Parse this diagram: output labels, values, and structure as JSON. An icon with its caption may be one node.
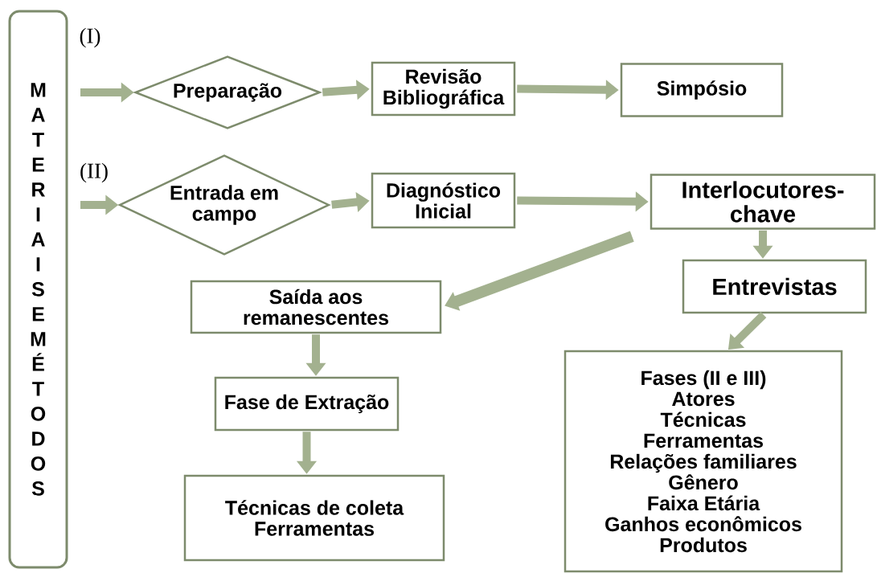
{
  "diagram": {
    "nodes": [
      {
        "text": [
          "MATERIAIS E MÉTODOS"
        ]
      },
      {
        "text": [
          "Preparação"
        ]
      },
      {
        "text": [
          "Revisão Bibliográfica"
        ]
      },
      {
        "text": [
          "Simpósio"
        ]
      },
      {
        "text": [
          "Entrada em campo"
        ]
      },
      {
        "text": [
          "Diagnóstico Inicial"
        ]
      },
      {
        "text": [
          "Interlocutores-chave"
        ]
      },
      {
        "text": [
          "Entrevistas"
        ]
      },
      {
        "text": [
          "Saída aos remanescentes"
        ]
      },
      {
        "text": [
          "Fase de Extração"
        ]
      },
      {
        "text": [
          "Técnicas de coleta",
          "Ferramentas"
        ]
      },
      {
        "text": [
          "Fases (II e III)",
          "Atores",
          "Técnicas",
          "Ferramentas",
          "Relações familiares",
          "Gênero",
          "Faixa Etária",
          "Ganhos econômicos",
          "Produtos"
        ]
      }
    ],
    "edges": [
      {
        "from": null,
        "to": 1,
        "arrow": "to"
      },
      {
        "from": 1,
        "to": 2,
        "arrow": "to"
      },
      {
        "from": 2,
        "to": 3,
        "arrow": "to"
      },
      {
        "from": null,
        "to": 4,
        "arrow": "to"
      },
      {
        "from": 4,
        "to": 5,
        "arrow": "to"
      },
      {
        "from": 5,
        "to": 6,
        "arrow": "to"
      },
      {
        "from": 6,
        "to": 7,
        "arrow": "to"
      },
      {
        "from": 6,
        "to": 8,
        "arrow": "to"
      },
      {
        "from": 7,
        "to": 11,
        "arrow": "to"
      },
      {
        "from": 8,
        "to": 9,
        "arrow": "to"
      },
      {
        "from": 9,
        "to": 10,
        "arrow": "to"
      }
    ],
    "labels": [
      "(I)",
      "(II)"
    ]
  }
}
